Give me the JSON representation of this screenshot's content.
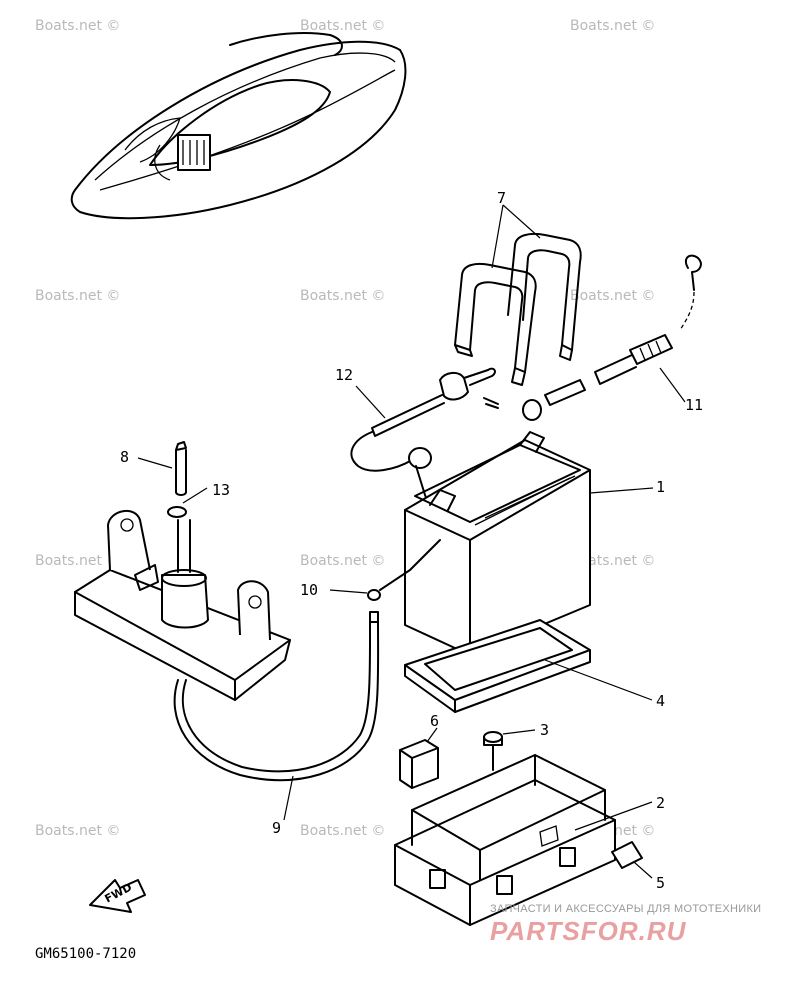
{
  "watermark": "Boats.net ©",
  "callouts": {
    "c1": "1",
    "c2": "2",
    "c3": "3",
    "c4": "4",
    "c5": "5",
    "c6": "6",
    "c7": "7",
    "c8": "8",
    "c9": "9",
    "c10": "10",
    "c11": "11",
    "c12": "12",
    "c13": "13"
  },
  "direction_label": "FWD",
  "diagram_code": "GM65100-7120",
  "brand": {
    "tagline": "ЗАПЧАСТИ И АКСЕССУАРЫ ДЛЯ МОТОТЕХНИКИ",
    "name": "PARTSFOR.RU"
  },
  "colors": {
    "line": "#000000",
    "watermark": "#b9b9b9",
    "brand": "#e8a0a0"
  }
}
